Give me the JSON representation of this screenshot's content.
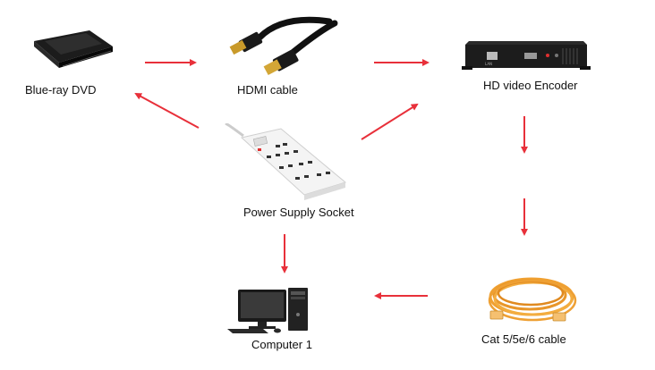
{
  "nodes": {
    "bluray": {
      "label": "Blue-ray DVD"
    },
    "hdmi": {
      "label": "HDMI cable"
    },
    "encoder": {
      "label": "HD video Encoder"
    },
    "socket": {
      "label": "Power Supply Socket"
    },
    "computer": {
      "label": "Computer 1"
    },
    "cat": {
      "label": "Cat 5/5e/6 cable"
    }
  },
  "colors": {
    "arrow": "#e8303a",
    "device_dark": "#1a1a1a",
    "cable_orange": "#f0a030",
    "socket_white": "#f4f4f4"
  }
}
